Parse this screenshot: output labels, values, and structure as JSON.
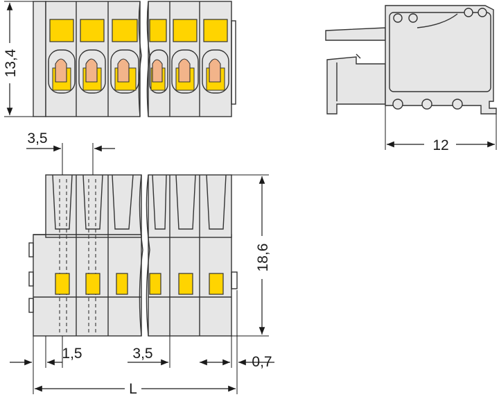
{
  "dimensions": {
    "height_front": "13,4",
    "depth_side": "12",
    "pitch_top": "3,5",
    "height_bottom": "18,6",
    "offset_left": "1,5",
    "pitch_bottom": "3,5",
    "offset_right": "0,7",
    "length": "L"
  },
  "colors": {
    "housing": "#e6e6e6",
    "actuator": "#ffd400",
    "contact": "#f2b48a",
    "line": "#333333"
  }
}
